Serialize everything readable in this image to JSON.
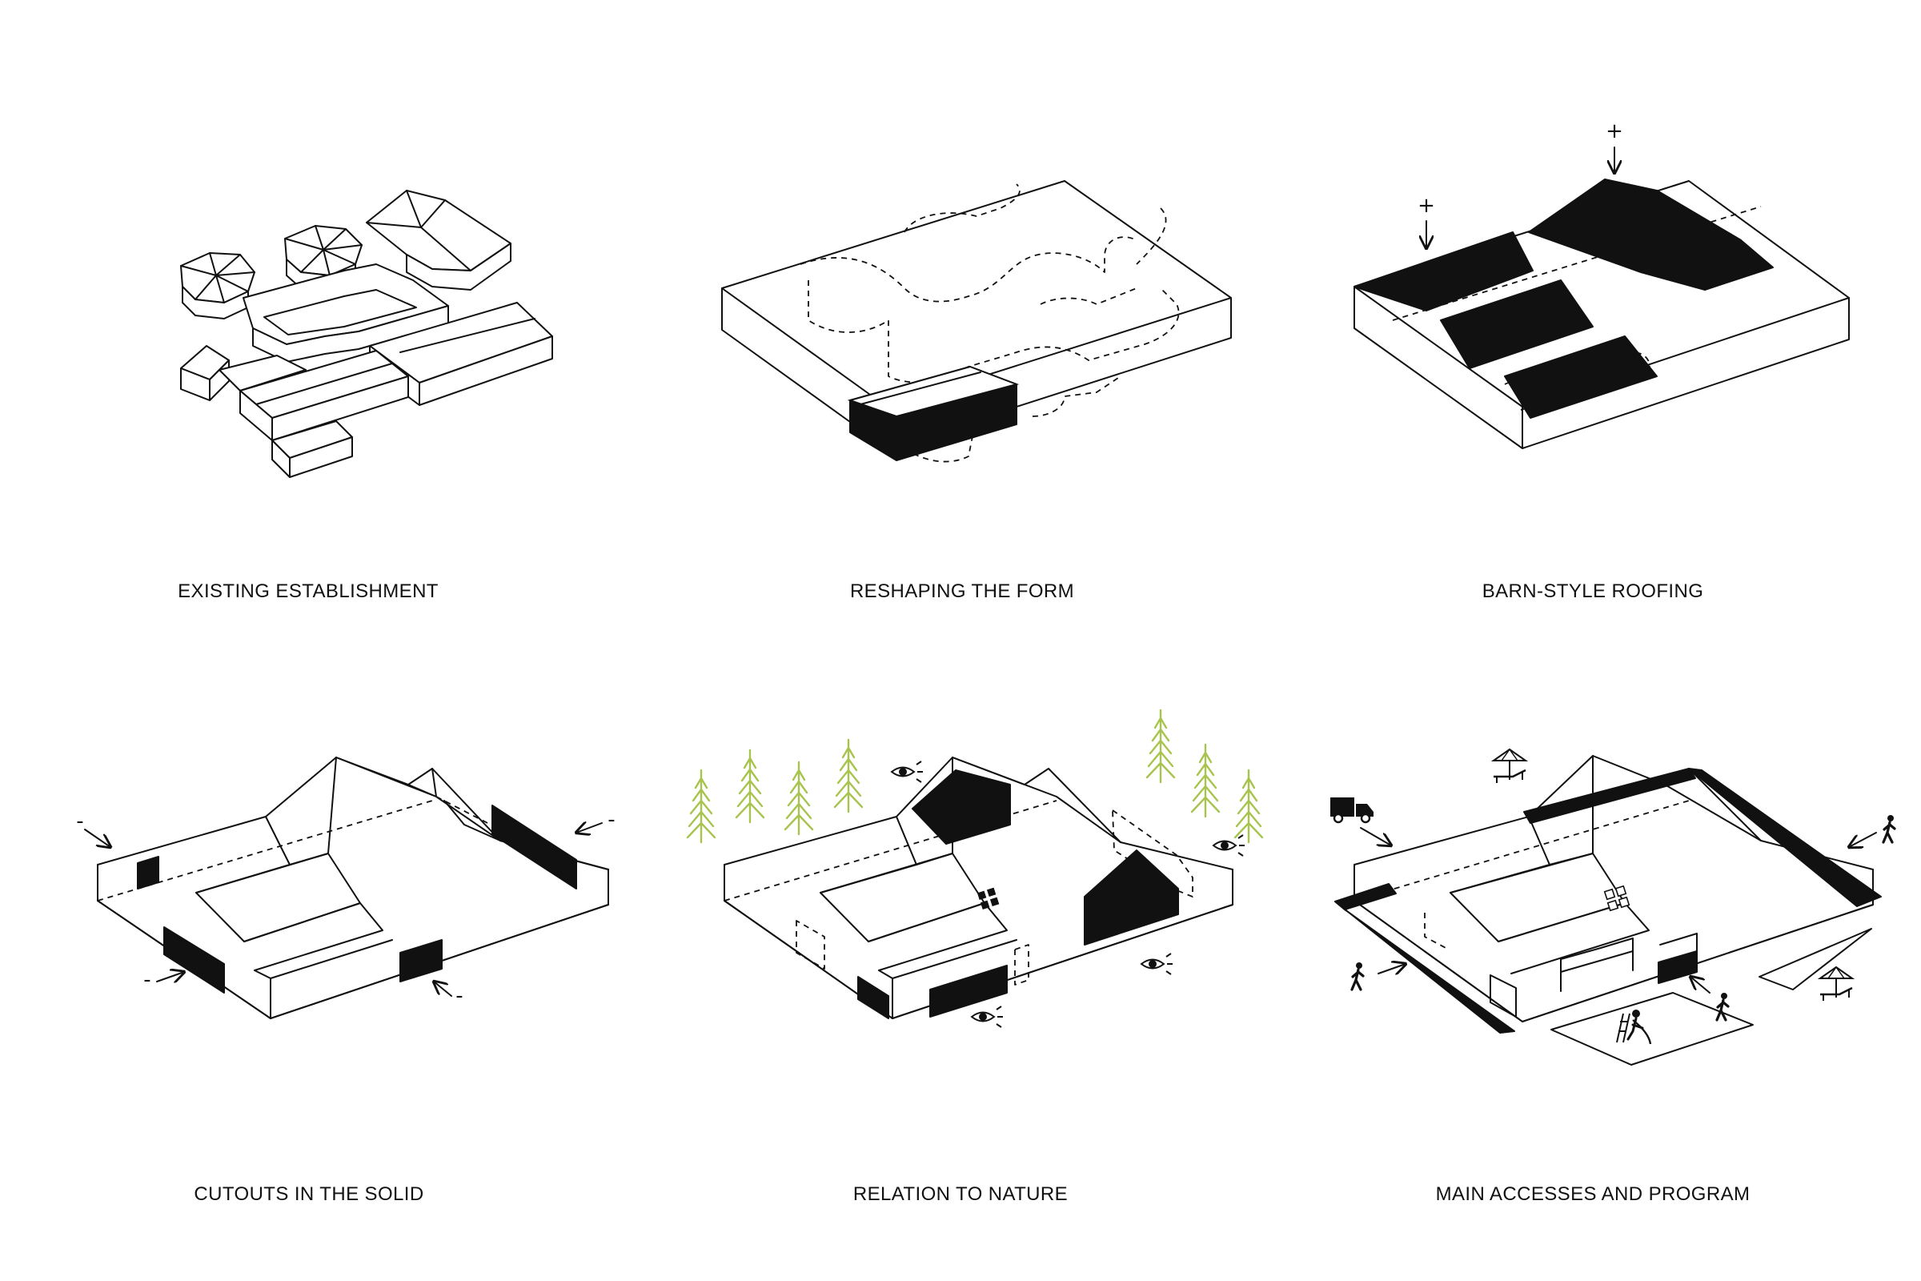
{
  "captions": {
    "existing": "EXISTING ESTABLISHMENT",
    "reshaping": "RESHAPING THE FORM",
    "barn": "BARN-STYLE ROOFING",
    "cutouts": "CUTOUTS IN THE SOLID",
    "nature": "RELATION TO NATURE",
    "accesses": "MAIN ACCESSES AND PROGRAM"
  },
  "symbols": {
    "plus": "+",
    "minus": "-"
  },
  "colors": {
    "line": "#111111",
    "tree_green": "#a8c44e",
    "background": "#ffffff"
  },
  "icons": [
    "arrow-icon",
    "eye-icon",
    "tree-icon",
    "truck-icon",
    "pedestrian-icon",
    "parasol-lounger-icon",
    "slide-icon",
    "window-grid-icon"
  ]
}
